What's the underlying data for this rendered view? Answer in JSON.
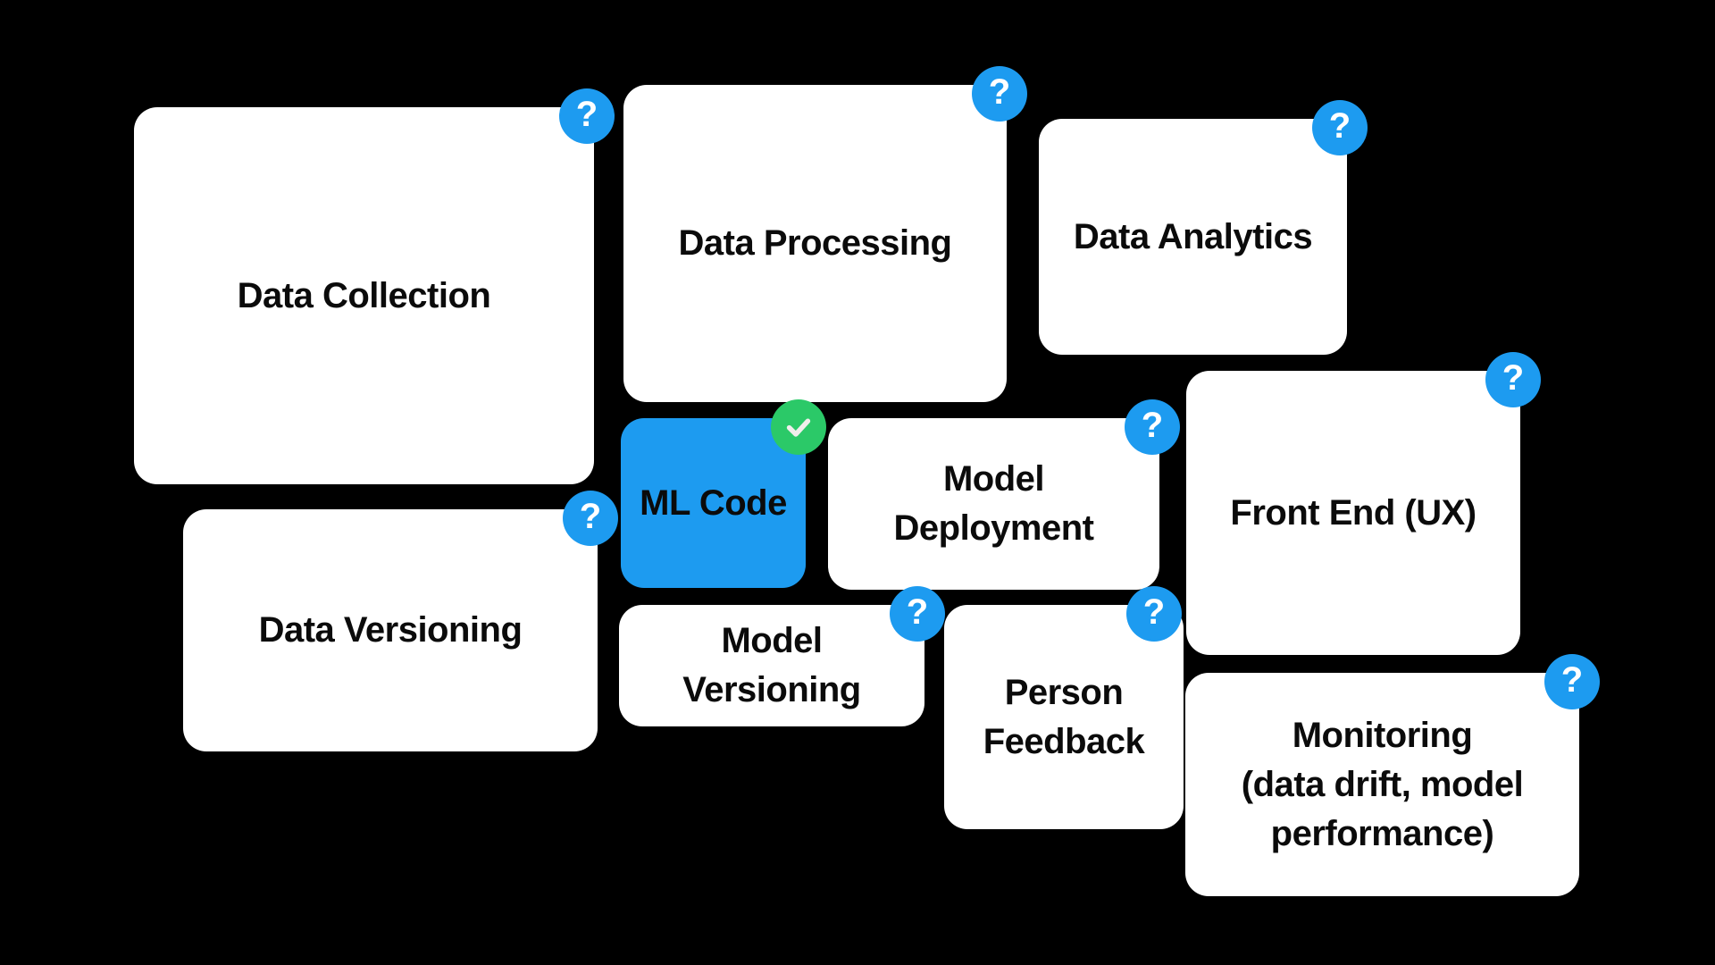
{
  "colors": {
    "background": "#000000",
    "card_background": "#ffffff",
    "card_text": "#0b0b0b",
    "highlight_card_background": "#1d9bf0",
    "question_badge_background": "#1d9bf0",
    "question_badge_glyph": "#ffffff",
    "check_badge_background": "#2bc968",
    "check_badge_glyph": "#f0eeec"
  },
  "badges": {
    "question_symbol": "?",
    "check_icon": "checkmark"
  },
  "cards": [
    {
      "id": "data-collection",
      "label": "Data Collection",
      "status": "question",
      "highlighted": false
    },
    {
      "id": "data-processing",
      "label": "Data Processing",
      "status": "question",
      "highlighted": false
    },
    {
      "id": "data-analytics",
      "label": "Data Analytics",
      "status": "question",
      "highlighted": false
    },
    {
      "id": "ml-code",
      "label": "ML Code",
      "status": "check",
      "highlighted": true
    },
    {
      "id": "model-deployment",
      "label": "Model\nDeployment",
      "status": "question",
      "highlighted": false
    },
    {
      "id": "front-end",
      "label": "Front End (UX)",
      "status": "question",
      "highlighted": false
    },
    {
      "id": "data-versioning",
      "label": "Data Versioning",
      "status": "question",
      "highlighted": false
    },
    {
      "id": "model-versioning",
      "label": "Model\nVersioning",
      "status": "question",
      "highlighted": false
    },
    {
      "id": "person-feedback",
      "label": "Person\nFeedback",
      "status": "question",
      "highlighted": false
    },
    {
      "id": "monitoring",
      "label": "Monitoring\n(data drift, model\nperformance)",
      "status": "question",
      "highlighted": false
    }
  ]
}
